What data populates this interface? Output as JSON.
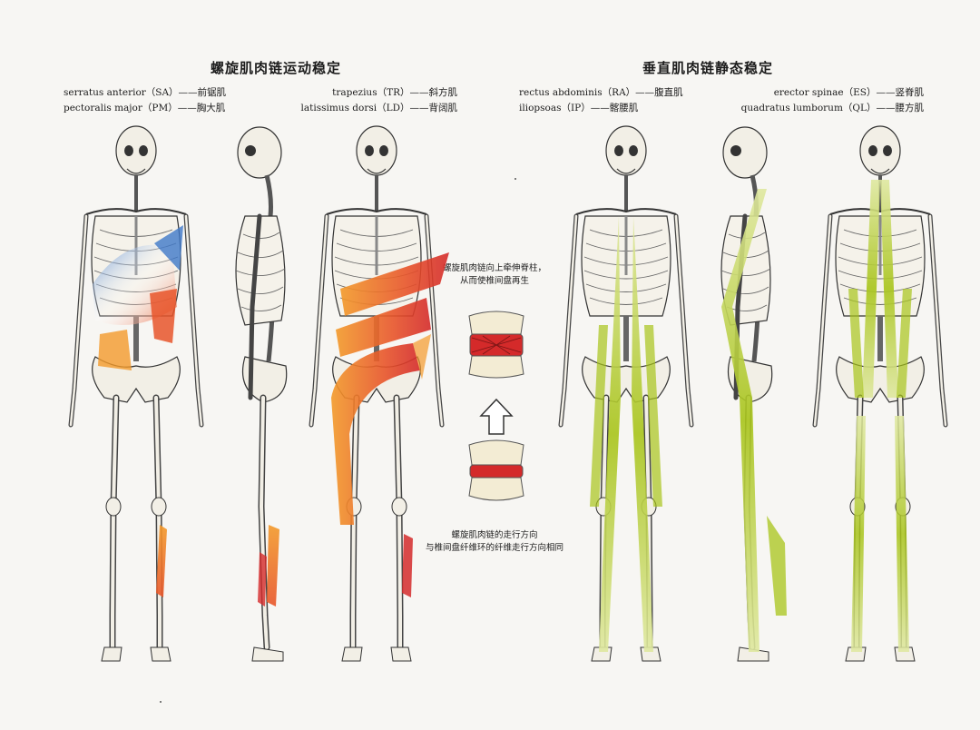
{
  "left_panel": {
    "title": "螺旋肌肉链运动稳定",
    "legend_left": [
      {
        "text": "serratus anterior（SA）——前锯肌"
      },
      {
        "text": "pectoralis major（PM）——胸大肌"
      }
    ],
    "legend_right": [
      {
        "text": "trapezius（TR）——斜方肌"
      },
      {
        "text": "latissimus dorsi（LD）——背阔肌"
      }
    ],
    "colors": {
      "warm": "#e8552a",
      "red": "#d42a2a",
      "orange": "#f39a2a",
      "blue": "#3f78c8"
    }
  },
  "middle": {
    "caption_top": [
      "螺旋肌肉链向上牵伸脊柱，",
      "从而使椎间盘再生"
    ],
    "caption_bottom": [
      "螺旋肌肉链的走行方向",
      "与椎间盘纤维环的纤维走行方向相同"
    ],
    "icon": "up-arrow-icon"
  },
  "right_panel": {
    "title": "垂直肌肉链静态稳定",
    "legend_left": [
      {
        "text": "rectus abdominis（RA）——腹直肌"
      },
      {
        "text": "iliopsoas（IP）——髂腰肌"
      }
    ],
    "legend_right": [
      {
        "text": "erector spinae（ES）——竖脊肌"
      },
      {
        "text": "quadratus lumborum（QL）——腰方肌"
      }
    ],
    "colors": {
      "green": "#a8c41a",
      "pale_green": "#dfe8a0"
    }
  }
}
